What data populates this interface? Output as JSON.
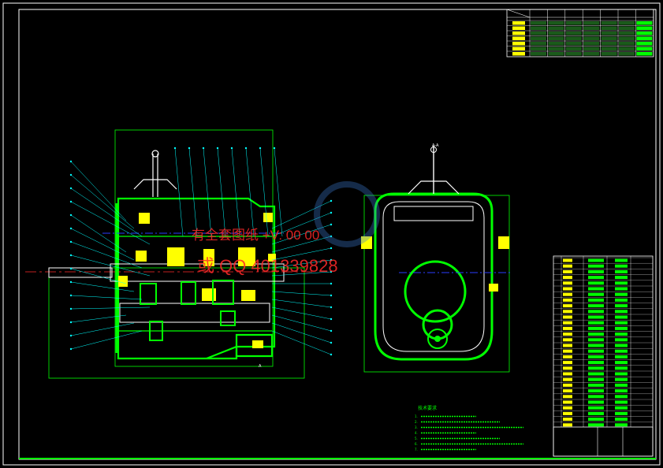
{
  "section_label": "A-A",
  "view_marker": "A",
  "watermark": {
    "line1": "有全套图纸 +V: 00 00",
    "line2": "或 QQ 401339828"
  },
  "tech_req": {
    "title": "技术要求",
    "lines": [
      "1.",
      "2.",
      "3.",
      "4.",
      "5.",
      "6.",
      "7."
    ]
  },
  "colors": {
    "background": "#000000",
    "green": "#00ff00",
    "cyan": "#00ffff",
    "yellow": "#ffff00",
    "white": "#ffffff",
    "red": "#ff2a2a",
    "blue": "#2a3cff"
  }
}
